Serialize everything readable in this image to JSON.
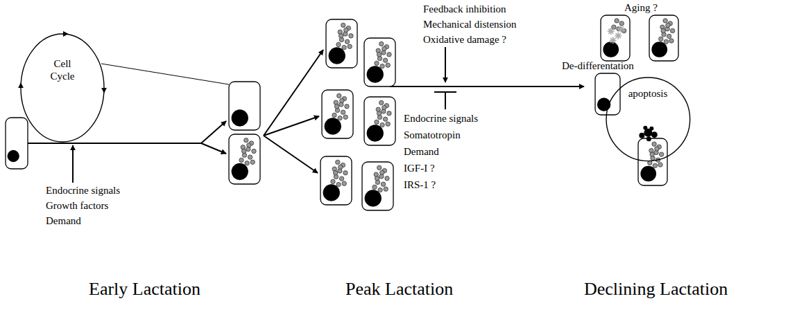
{
  "diagram": {
    "nodes": [
      {
        "text": [
          "Cell Cycle"
        ]
      },
      {
        "text": [
          "apoptosis"
        ]
      }
    ],
    "labels": [
      "Endocrine signals",
      "Growth factors",
      "Demand",
      "Aging ?",
      "Feedback inhibition",
      "Mechanical distension",
      "Oxidative damage ?",
      "De-differentation",
      "Endocrine signals",
      "Somatotropin",
      "Demand",
      "IGF-I ?",
      "IRS-1 ?",
      "Early Lactation",
      "Peak Lactation",
      "Declining Lactation"
    ]
  }
}
